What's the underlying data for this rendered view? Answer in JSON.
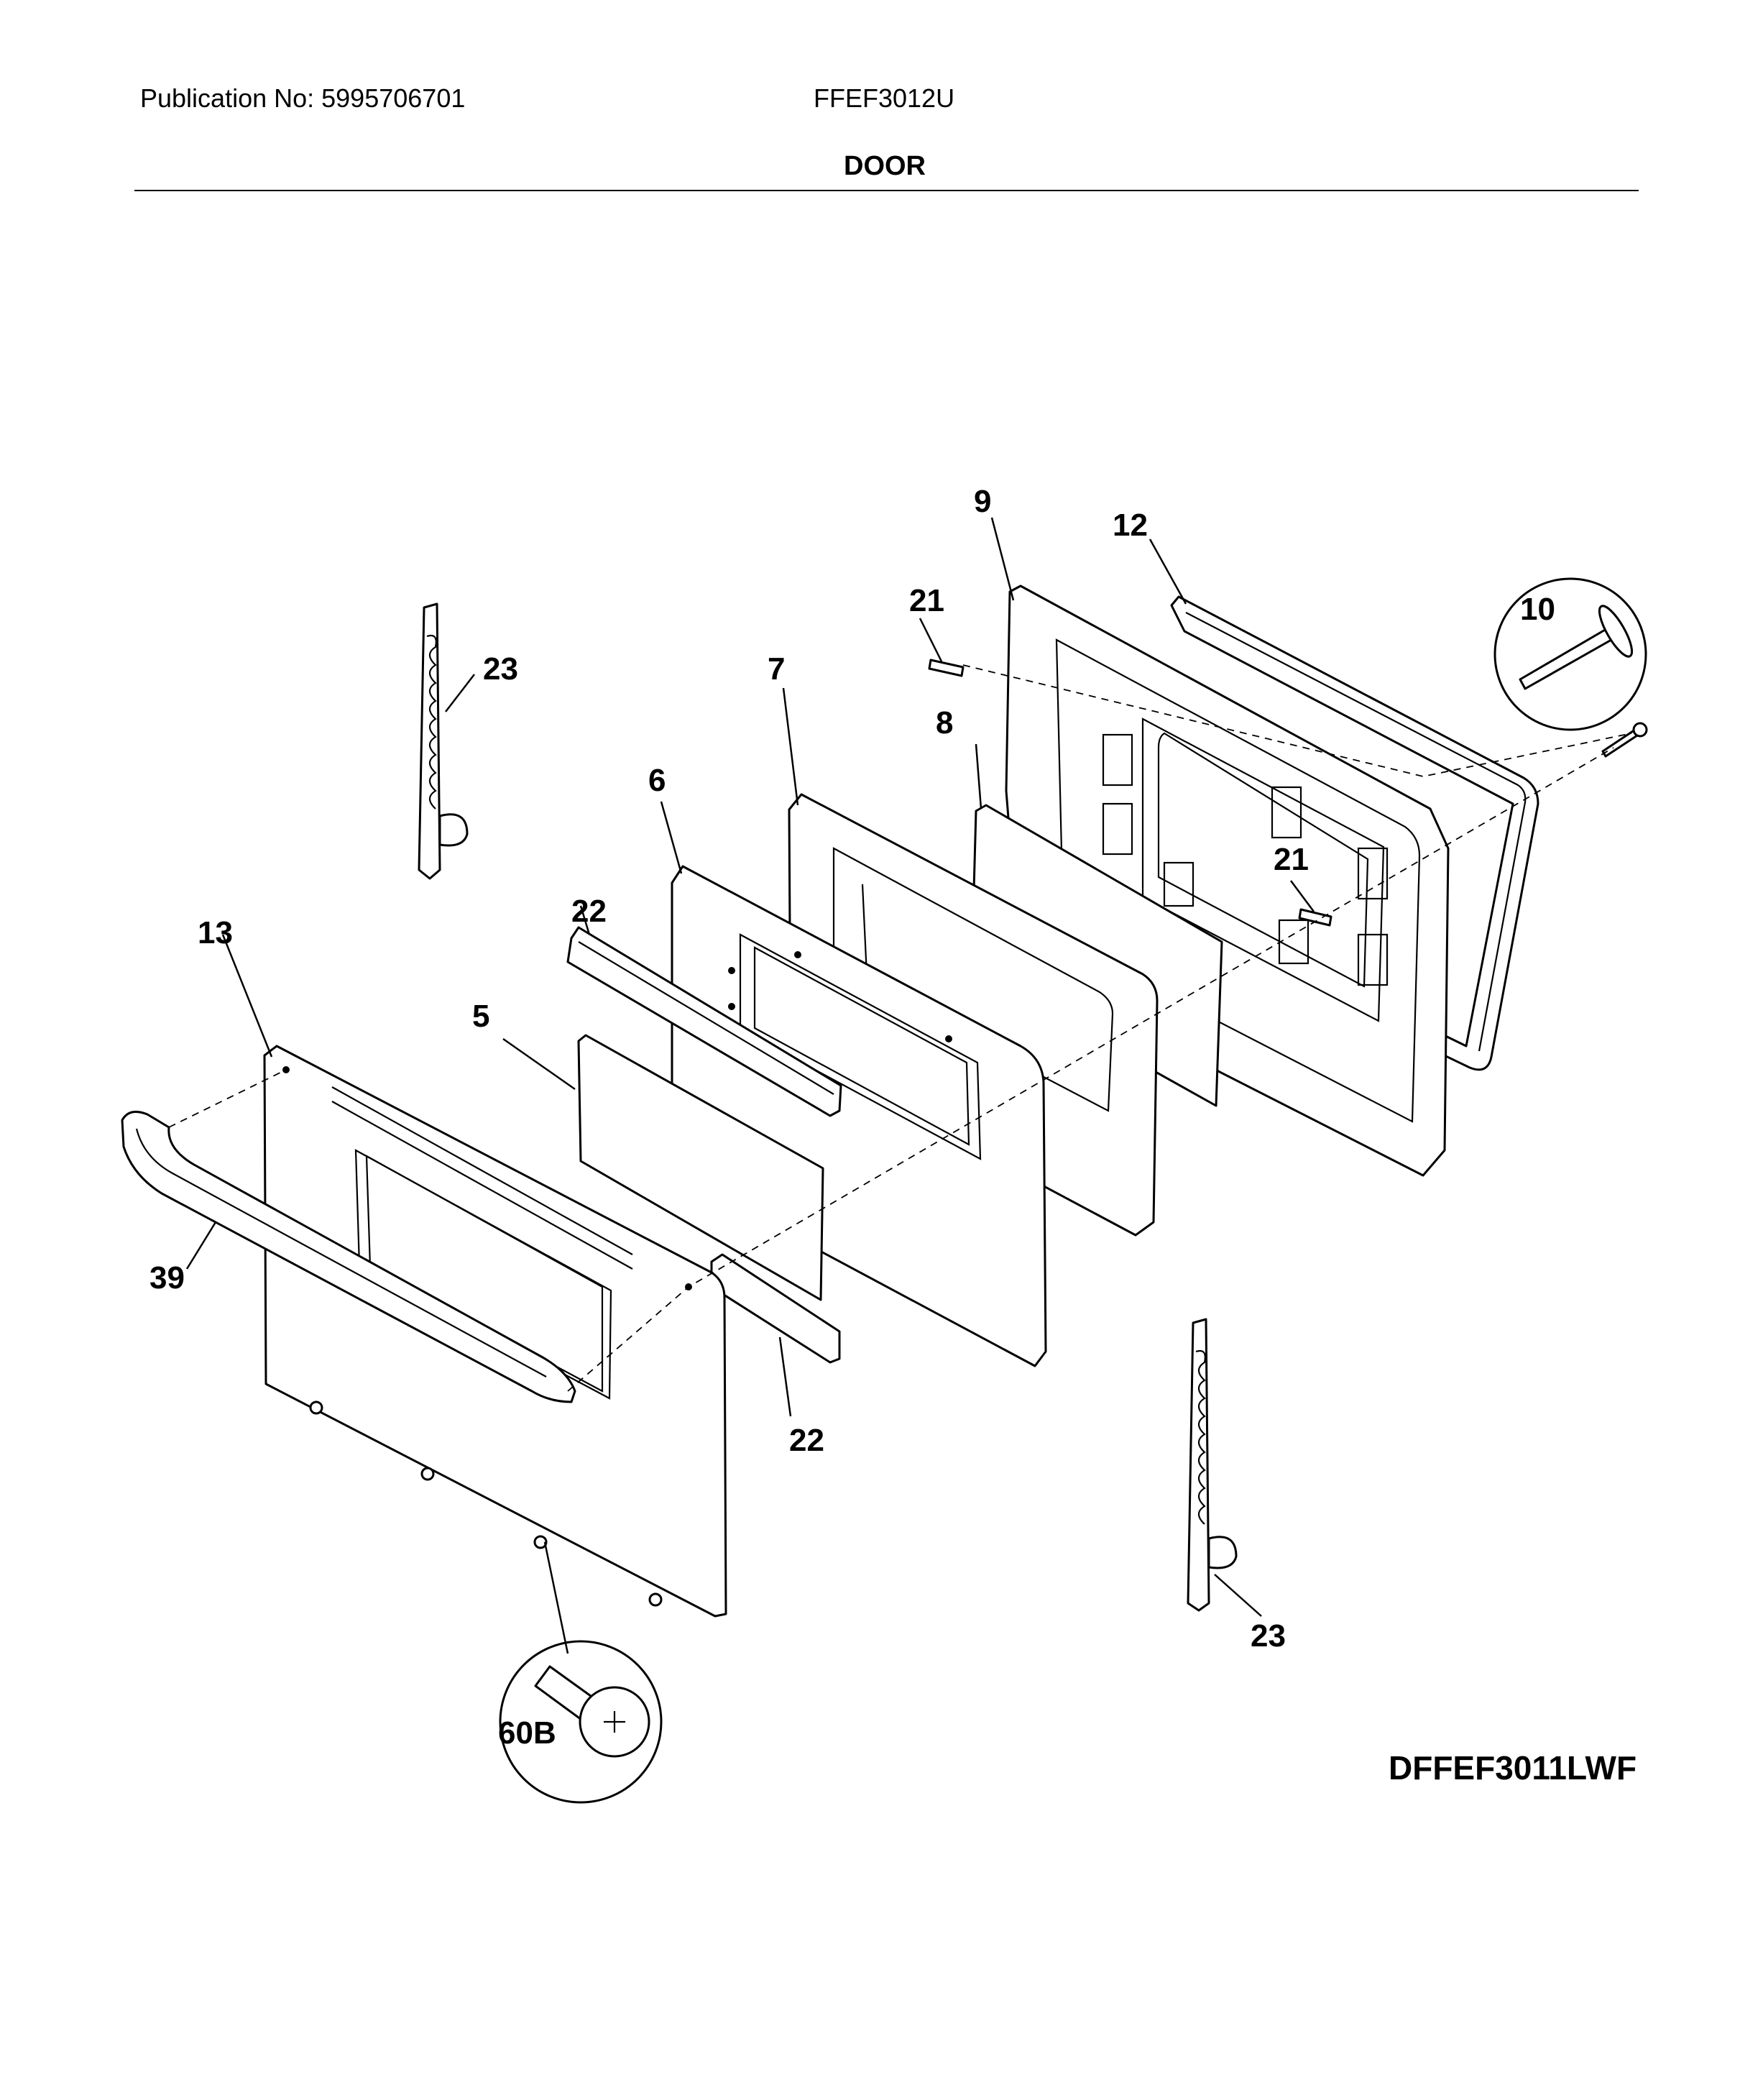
{
  "header": {
    "publication": "Publication No: 5995706701",
    "model": "FFEF3012U",
    "section": "DOOR"
  },
  "diagram_code": "DFFEF3011LWF",
  "part_labels": {
    "p5": "5",
    "p6": "6",
    "p7": "7",
    "p8": "8",
    "p9": "9",
    "p10": "10",
    "p12": "12",
    "p13": "13",
    "p21a": "21",
    "p21b": "21",
    "p22a": "22",
    "p22b": "22",
    "p23a": "23",
    "p23b": "23",
    "p39": "39",
    "p60b": "60B"
  }
}
